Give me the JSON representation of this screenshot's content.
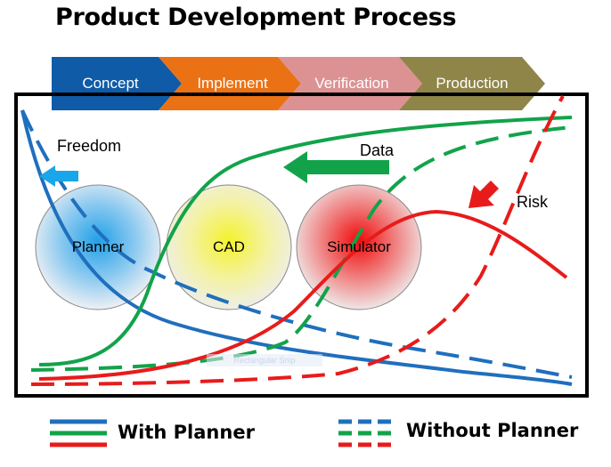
{
  "title": "Product Development Process",
  "stages": [
    {
      "label": "Concept",
      "color": "#0f5ba8"
    },
    {
      "label": "Implement",
      "color": "#ea7215"
    },
    {
      "label": "Verification",
      "color": "#dc9293"
    },
    {
      "label": "Production",
      "color": "#8f8549"
    }
  ],
  "annotations": {
    "freedom": "Freedom",
    "data": "Data",
    "risk": "Risk"
  },
  "tools": [
    {
      "label": "Planner",
      "color": "#2f9fe2"
    },
    {
      "label": "CAD",
      "color": "#f0f03a"
    },
    {
      "label": "Simulator",
      "color": "#f01c1c"
    }
  ],
  "watermark": "Rectangular Snip",
  "curve_colors": {
    "freedom": "#1f6fbd",
    "data": "#12a34a",
    "risk": "#e81b1b"
  },
  "legend": {
    "with_planner": "With Planner",
    "without_planner": "Without Planner"
  }
}
